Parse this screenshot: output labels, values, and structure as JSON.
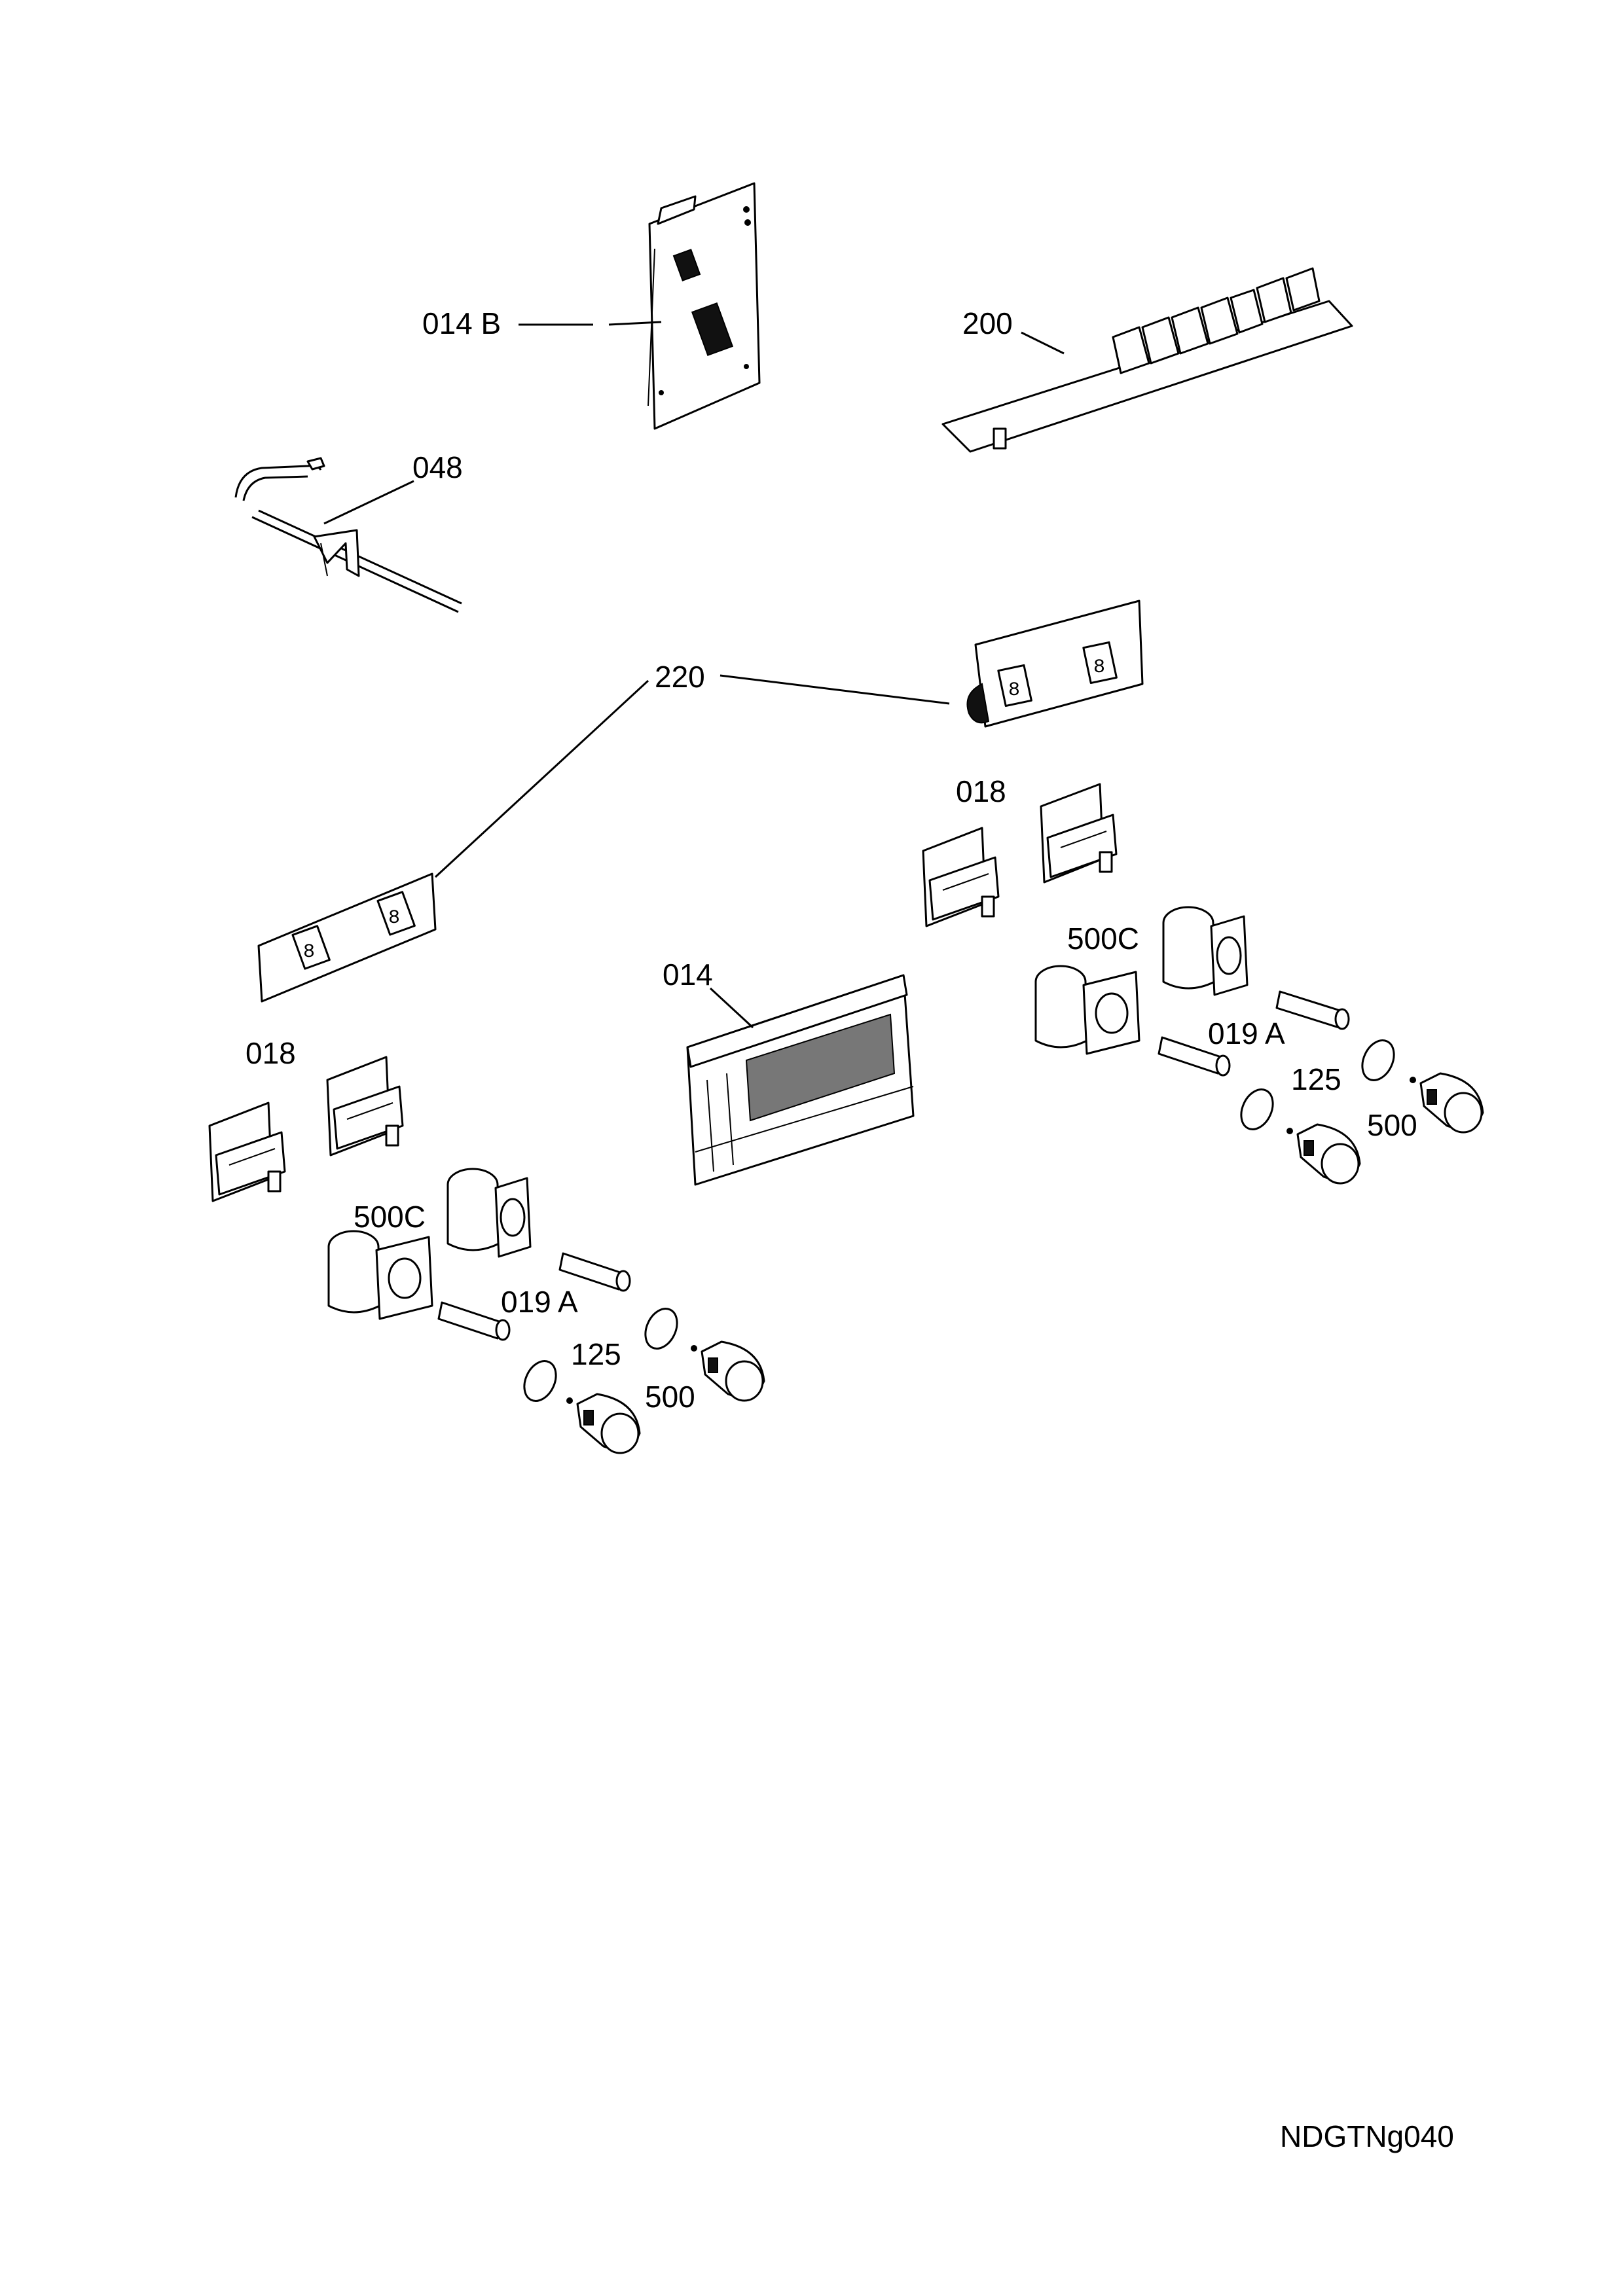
{
  "labels": {
    "p014b": "014 B",
    "p200": "200",
    "p048": "048",
    "p220": "220",
    "p018_right": "018",
    "p018_left": "018",
    "p500c_right": "500C",
    "p500c_left": "500C",
    "p014": "014",
    "p019a_right": "019 A",
    "p019a_left": "019 A",
    "p125_right": "125",
    "p125_left": "125",
    "p500_right": "500",
    "p500_left": "500"
  },
  "drawing_code": "NDGTNg040",
  "colors": {
    "ink": "#000000",
    "paper": "#ffffff"
  }
}
